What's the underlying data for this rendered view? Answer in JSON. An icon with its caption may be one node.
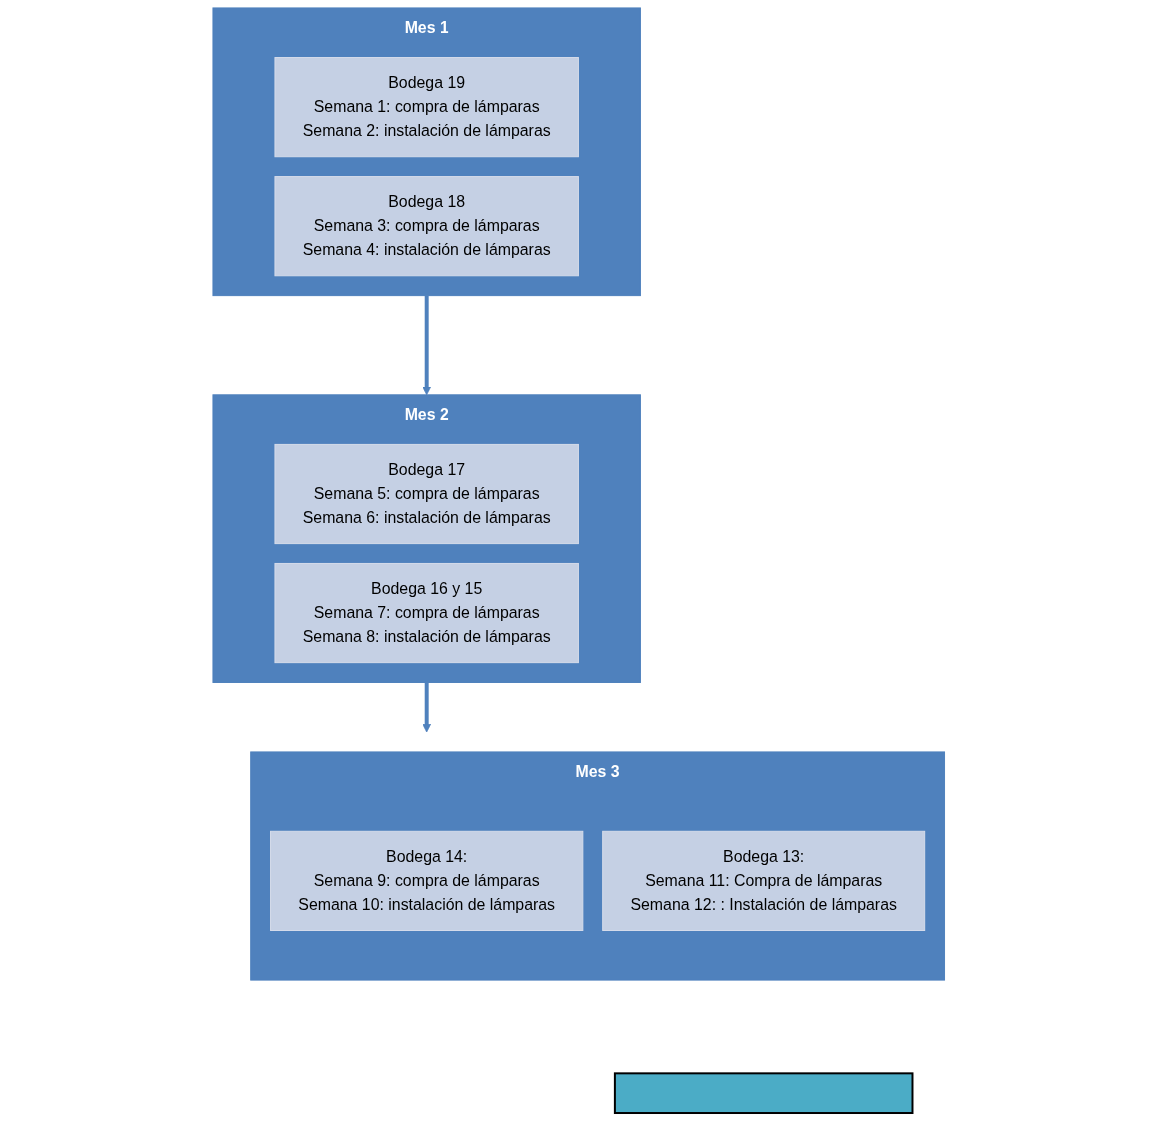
{
  "diagram": {
    "nodes": [
      {
        "text": [
          "Mes 1"
        ]
      },
      {
        "text": [
          "Bodega 19",
          "Semana 1: compra de lámparas",
          "Semana 2: instalación de lámparas"
        ],
        "in": 0
      },
      {
        "text": [
          "Bodega 18",
          "Semana 3: compra de lámparas",
          "Semana 4: instalación de lámparas"
        ],
        "in": 0
      },
      {
        "text": [
          "Mes 2"
        ]
      },
      {
        "text": [
          "Bodega 17",
          "Semana 5: compra de lámparas",
          "Semana 6: instalación de lámparas"
        ],
        "in": 3
      },
      {
        "text": [
          "Bodega 16 y 15",
          "Semana 7: compra de lámparas",
          "Semana 8: instalación de lámparas"
        ],
        "in": 3
      },
      {
        "text": [
          "Mes 3"
        ]
      },
      {
        "text": [
          "Bodega 14:",
          "Semana 9: compra de lámparas",
          "Semana 10: instalación de lámparas"
        ],
        "in": 6
      },
      {
        "text": [
          "Bodega 13:",
          "Semana 11: Compra de lámparas",
          "Semana 12: : Instalación de lámparas"
        ],
        "in": 6
      },
      {
        "text": [],
        "shape": "box"
      }
    ],
    "edges": [
      {
        "from": 0,
        "to": 3,
        "arrow": "to"
      },
      {
        "from": 3,
        "to": 6,
        "arrow": "to"
      }
    ]
  }
}
